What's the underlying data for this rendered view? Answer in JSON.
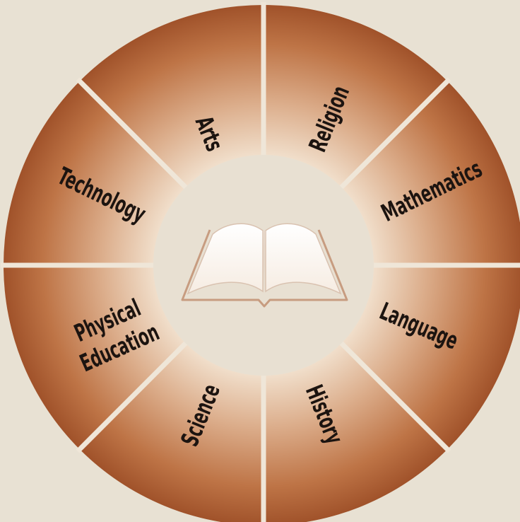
{
  "colors": {
    "background": "#e8e1d3",
    "ring_outer": "#a3542a",
    "ring_inner": "#f2e2cf",
    "hub": "#e8e0d2",
    "divider": "#efe6d8",
    "text": "#1c1410",
    "book_outline": "#c79c80"
  },
  "center_icon": "open-book-icon",
  "segments": [
    {
      "id": "arts",
      "label": "Arts"
    },
    {
      "id": "religion",
      "label": "Religion"
    },
    {
      "id": "mathematics",
      "label": "Mathematics"
    },
    {
      "id": "language",
      "label": "Language"
    },
    {
      "id": "history",
      "label": "History"
    },
    {
      "id": "science",
      "label": "Science"
    },
    {
      "id": "physical-education",
      "label": "Physical Education"
    },
    {
      "id": "technology",
      "label": "Technology"
    }
  ]
}
